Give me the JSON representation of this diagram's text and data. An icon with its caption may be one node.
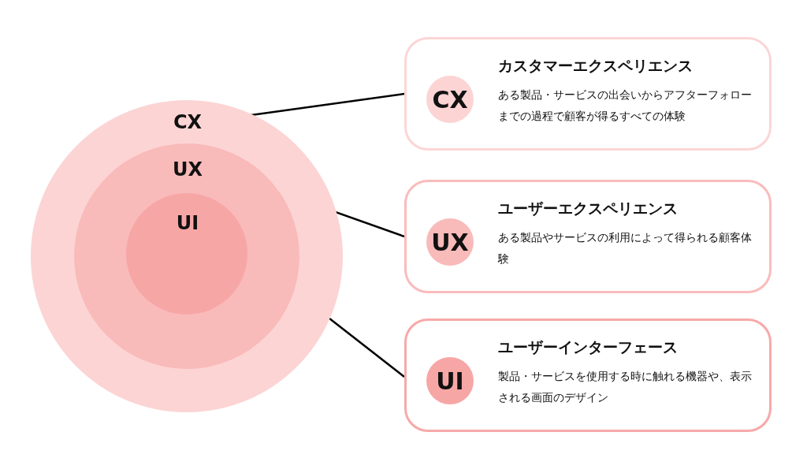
{
  "diagram": {
    "nodes": [
      {
        "text": [
          "CX"
        ]
      },
      {
        "text": [
          "UX"
        ],
        "in": 0
      },
      {
        "text": [
          "UI"
        ],
        "in": 1
      },
      {
        "text": [
          "カスタマーエクスペリエンス",
          "ある製品・サービスの出会いからアフターフォローまでの過程で顧客が得るすべての体験"
        ]
      },
      {
        "text": [
          "CX"
        ],
        "in": 3
      },
      {
        "text": [
          "ユーザーエクスペリエンス",
          "ある製品やサービスの利用によって得られる顧客体験"
        ]
      },
      {
        "text": [
          "UX"
        ],
        "in": 5
      },
      {
        "text": [
          "ユーザーインターフェース",
          "製品・サービスを使用する時に触れる機器や、表示される画面のデザイン"
        ]
      },
      {
        "text": [
          "UI"
        ],
        "in": 7
      }
    ],
    "edges": [
      {
        "from": 0,
        "to": 3,
        "arrow": "none"
      },
      {
        "from": 1,
        "to": 5,
        "arrow": "none"
      },
      {
        "from": 2,
        "to": 7,
        "arrow": "none"
      }
    ]
  }
}
